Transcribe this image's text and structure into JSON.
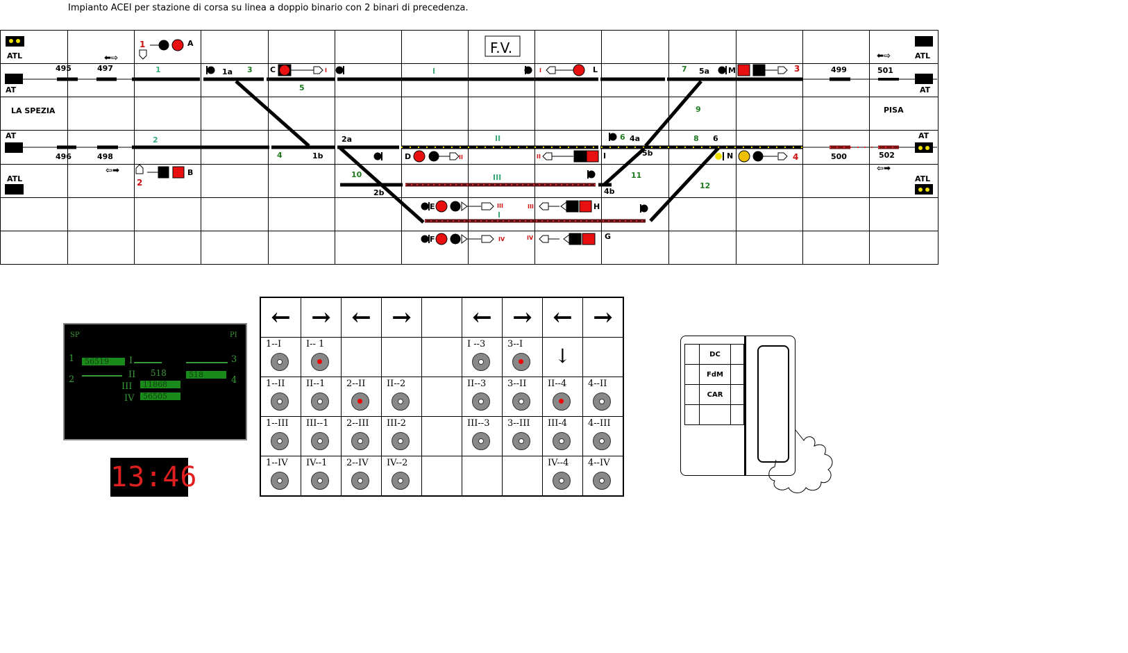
{
  "title": "Impianto ACEI per stazione di corsa su linea a doppio binario con 2 binari di precedenza.",
  "stations": {
    "left": "LA SPEZIA",
    "right": "PISA"
  },
  "fv_label": "F.V.",
  "left_labels": {
    "atl_top": "ATL",
    "at_top": "AT",
    "at_mid": "AT",
    "atl_bottom": "ATL"
  },
  "right_labels": {
    "atl_top": "ATL",
    "at_top": "AT",
    "at_mid": "AT",
    "atl_bottom": "ATL"
  },
  "blocks": [
    "495",
    "497",
    "496",
    "498",
    "499",
    "501",
    "500",
    "502"
  ],
  "signals": {
    "A": "A",
    "B": "B",
    "C": "C",
    "D": "D",
    "E": "E",
    "F": "F",
    "G": "G",
    "H": "H",
    "I": "I",
    "L": "L",
    "M": "M",
    "N": "N",
    "s1": "1",
    "s2": "2",
    "s3": "3",
    "s4": "4"
  },
  "track_sections": {
    "t1": "1",
    "t2": "2",
    "t3": "3",
    "t4": "4",
    "t5": "5",
    "t6": "6",
    "t7": "7",
    "t8": "8",
    "t9": "9",
    "t10": "10",
    "t11": "11",
    "t12": "12",
    "tI": "I",
    "tII": "II",
    "tIII": "III",
    "tIV": "I"
  },
  "switches": {
    "s1a": "1a",
    "s1b": "1b",
    "s2a": "2a",
    "s2b": "2b",
    "s4a": "4a",
    "s4b": "4b",
    "s5a": "5a",
    "s5b": "5b",
    "s6": "6"
  },
  "track_marks": {
    "I": "I",
    "II": "II",
    "III": "III",
    "IV": "IV"
  },
  "monitor": {
    "sp": "SP",
    "pi": "PI",
    "n1": "1",
    "n2": "2",
    "n3": "3",
    "n4": "4",
    "tI": "I",
    "tII": "II",
    "tIII": "III",
    "tIV": "IV",
    "train_I": "56519",
    "train_II": "518",
    "train_right": "518",
    "train_III": "11868",
    "train_IV": "56505"
  },
  "clock": "13:46",
  "control_table": {
    "headers": [
      "←",
      "→",
      "←",
      "→",
      "",
      "←",
      "→",
      "←",
      "→"
    ],
    "rows": [
      [
        {
          "l": "1--I"
        },
        {
          "l": "I-- 1",
          "on": true
        },
        null,
        null,
        null,
        {
          "l": "I --3"
        },
        {
          "l": "3--I",
          "on": true
        },
        {
          "l": "↓",
          "arrow": true
        },
        null
      ],
      [
        {
          "l": "1--II"
        },
        {
          "l": "II--1"
        },
        {
          "l": "2--II",
          "on": true
        },
        {
          "l": "II--2"
        },
        null,
        {
          "l": "II--3"
        },
        {
          "l": "3--II"
        },
        {
          "l": "II--4",
          "on": true
        },
        {
          "l": "4--II"
        }
      ],
      [
        {
          "l": "1--III"
        },
        {
          "l": "III--1"
        },
        {
          "l": "2--III"
        },
        {
          "l": "III-2"
        },
        null,
        {
          "l": "III--3"
        },
        {
          "l": "3--III"
        },
        {
          "l": "III-4"
        },
        {
          "l": "4--III"
        }
      ],
      [
        {
          "l": "1--IV"
        },
        {
          "l": "IV--1"
        },
        {
          "l": "2--IV"
        },
        {
          "l": "IV--2"
        },
        null,
        null,
        null,
        {
          "l": "IV--4"
        },
        {
          "l": "4--IV"
        }
      ]
    ]
  },
  "phone": {
    "dc": "DC",
    "fdm": "FdM",
    "car": "CAR"
  },
  "colors": {
    "red": "#ee1111",
    "yellow": "#f0d000",
    "green": "#2a8a2a",
    "teal": "#3aaa7a"
  }
}
